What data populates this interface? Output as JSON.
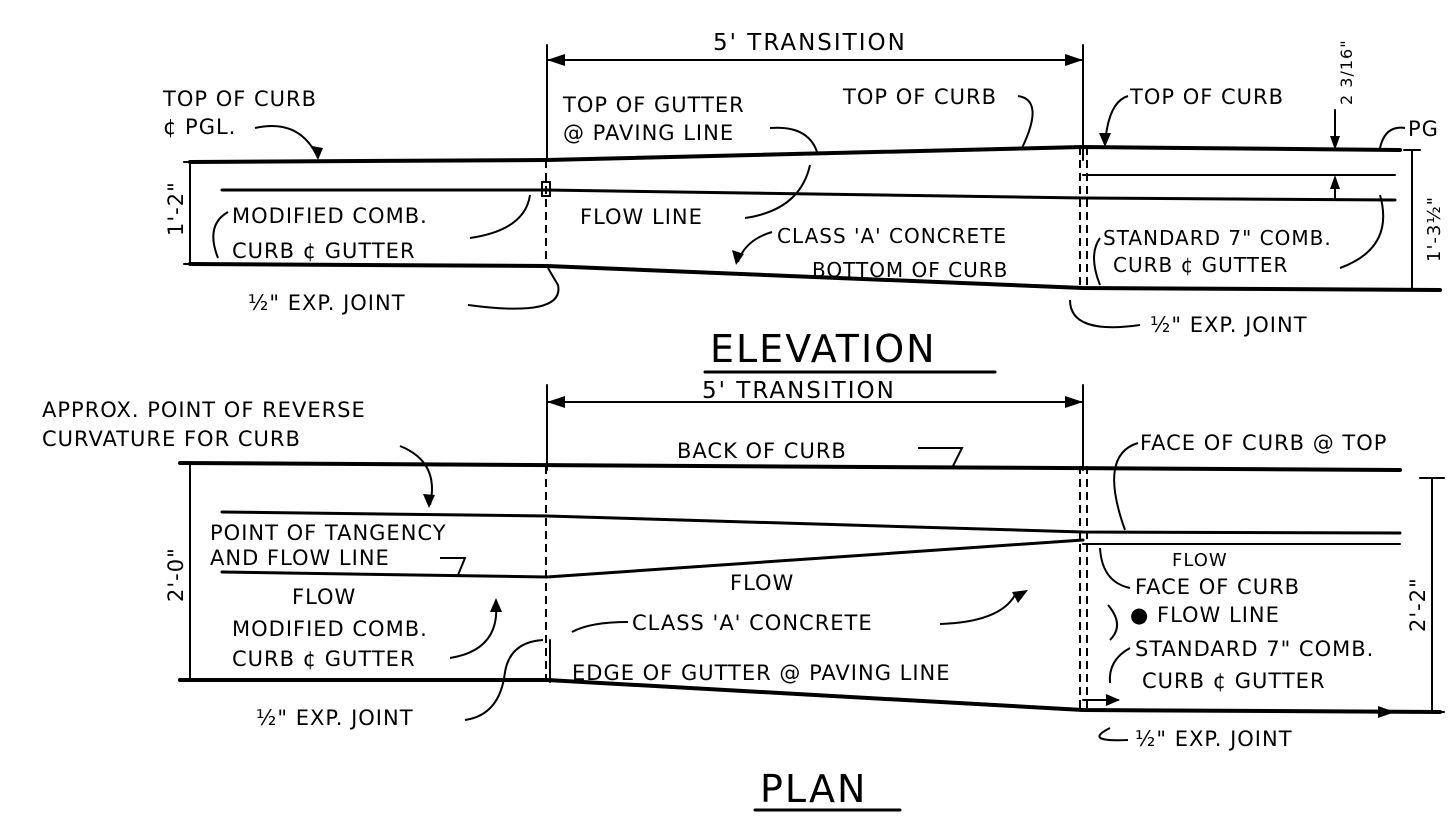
{
  "elevation": {
    "title": "ELEVATION",
    "transition_label": "5' TRANSITION",
    "top_of_curb_pgl_line1": "TOP OF CURB",
    "top_of_curb_pgl_line2": "¢ PGL.",
    "top_of_gutter_line1": "TOP OF GUTTER",
    "top_of_gutter_line2": "@ PAVING LINE",
    "top_of_curb_mid": "TOP OF CURB",
    "top_of_curb_right": "TOP OF CURB",
    "dim_top": "2 3/16\"",
    "pg": "PG",
    "dim_left": "1'-2\"",
    "dim_right": "1'-3½\"",
    "modified_line1": "MODIFIED COMB.",
    "modified_line2": "CURB ¢ GUTTER",
    "flow_line": "FLOW LINE",
    "class_a": "CLASS 'A' CONCRETE",
    "bottom_of_curb": "BOTTOM OF CURB",
    "standard_line1": "STANDARD 7\" COMB.",
    "standard_line2": "CURB ¢ GUTTER",
    "exp_joint_left": "½\" EXP. JOINT",
    "exp_joint_right": "½\" EXP. JOINT"
  },
  "plan": {
    "title": "PLAN",
    "transition_label": "5' TRANSITION",
    "approx_line1": "APPROX. POINT OF REVERSE",
    "approx_line2": "CURVATURE FOR CURB",
    "back_of_curb": "BACK OF CURB",
    "face_of_curb_top": "FACE OF CURB @ TOP",
    "tangency_line1": "POINT OF TANGENCY",
    "tangency_line2": "AND FLOW LINE",
    "flow_left": "FLOW",
    "flow_mid": "FLOW",
    "flow_right": "FLOW",
    "dim_left": "2'-0\"",
    "dim_right": "2'-2\"",
    "modified_line1": "MODIFIED COMB.",
    "modified_line2": "CURB ¢ GUTTER",
    "class_a": "CLASS 'A' CONCRETE",
    "face_of_curb_flow_line1": "FACE OF CURB",
    "face_of_curb_flow_line2": "● FLOW LINE",
    "standard_line1": "STANDARD 7\" COMB.",
    "standard_line2": "CURB ¢ GUTTER",
    "edge_of_gutter": "EDGE OF GUTTER @ PAVING LINE",
    "exp_joint_left": "½\" EXP. JOINT",
    "exp_joint_right": "½\" EXP. JOINT"
  }
}
